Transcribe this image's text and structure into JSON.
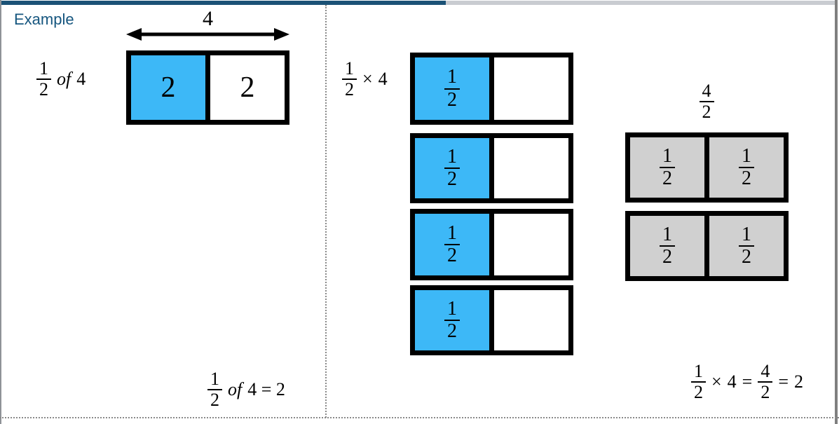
{
  "header": {
    "example_label": "Example"
  },
  "colors": {
    "shaded_blue": "#3db8f7",
    "shaded_gray": "#d0d0d0",
    "header_strip_blue": "#1b5276",
    "header_strip_gray": "#c9ccd1",
    "example_text_blue": "#16567f",
    "divider_gray": "#8a8a8a",
    "bar_border": "#000000"
  },
  "left": {
    "expr": {
      "num": "1",
      "den": "2",
      "op": "of",
      "operand": "4"
    },
    "arrow_label": "4",
    "bar": {
      "cells": [
        {
          "value": "2"
        },
        {
          "value": "2"
        }
      ]
    },
    "result": {
      "num": "1",
      "den": "2",
      "op": "of",
      "rest": "4 = 2"
    }
  },
  "right": {
    "expr": {
      "num": "1",
      "den": "2",
      "op": "×",
      "operand": "4"
    },
    "mult_bars": [
      {
        "num": "1",
        "den": "2"
      },
      {
        "num": "1",
        "den": "2"
      },
      {
        "num": "1",
        "den": "2"
      },
      {
        "num": "1",
        "den": "2"
      }
    ],
    "sum_label": {
      "num": "4",
      "den": "2"
    },
    "sum_bars": [
      {
        "cells": [
          {
            "num": "1",
            "den": "2"
          },
          {
            "num": "1",
            "den": "2"
          }
        ]
      },
      {
        "cells": [
          {
            "num": "1",
            "den": "2"
          },
          {
            "num": "1",
            "den": "2"
          }
        ]
      }
    ],
    "result": {
      "f1_num": "1",
      "f1_den": "2",
      "op": "×",
      "operand": "4",
      "eq1": "=",
      "f2_num": "4",
      "f2_den": "2",
      "eq2": "=",
      "value": "2"
    }
  }
}
